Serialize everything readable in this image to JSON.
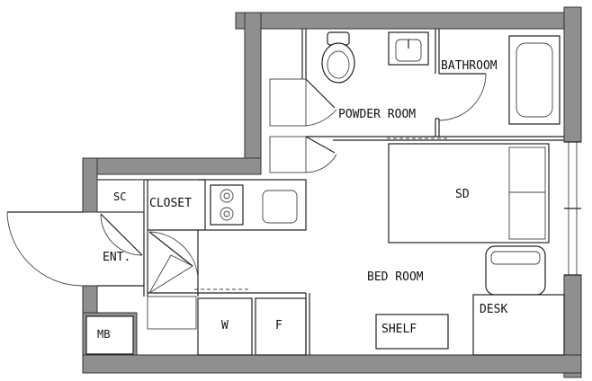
{
  "rooms": {
    "bathroom": "BATHROOM",
    "powder_room": "POWDER ROOM",
    "sd": "SD",
    "closet": "CLOSET",
    "sc": "SC",
    "entrance": "ENT.",
    "bed_room": "BED ROOM",
    "desk": "DESK",
    "shelf": "SHELF",
    "w": "W",
    "f": "F",
    "mb": "MB"
  }
}
